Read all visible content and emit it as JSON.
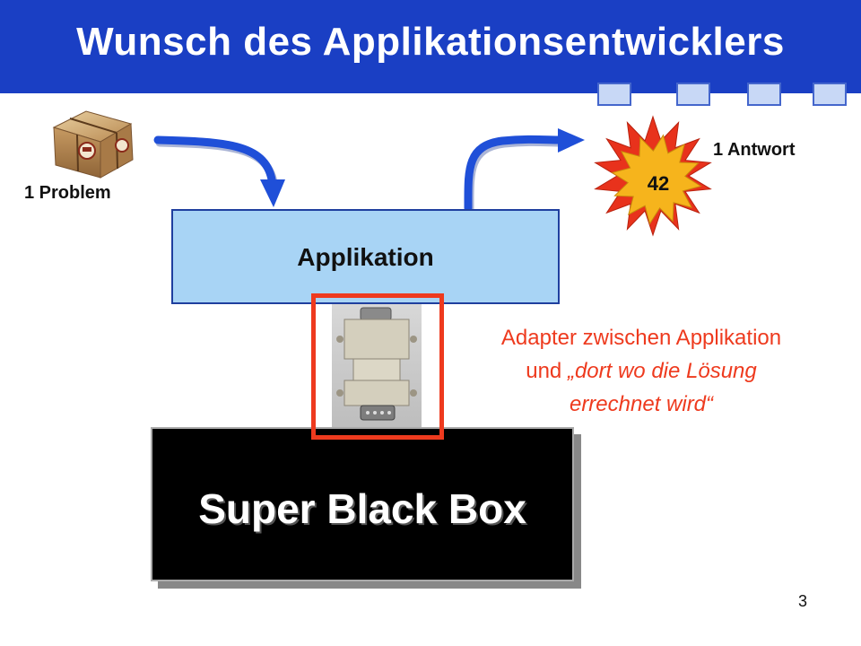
{
  "slide": {
    "title": "Wunsch des Applikationsentwicklers",
    "page_number": "3"
  },
  "diagram": {
    "problem_label": "1  Problem",
    "answer_label": "1  Antwort",
    "answer_value": "42",
    "application_label": "Applikation",
    "black_box_label": "Super Black Box",
    "adapter_caption_line1": "Adapter zwischen Applikation",
    "adapter_caption_line2_normal": "und ",
    "adapter_caption_line2_italic": "„dort wo die Lösung",
    "adapter_caption_line3_italic": "errechnet wird“"
  },
  "icons": {
    "problem": "package-icon",
    "answer": "starburst-icon",
    "adapter": "serial-adapter-icon"
  },
  "colors": {
    "header": "#1a3fc4",
    "application_fill": "#a8d4f5",
    "arrow": "#1f4fd8",
    "highlight": "#ee3a1e",
    "starburst_outer": "#e8321c",
    "starburst_inner": "#f6b41c"
  }
}
